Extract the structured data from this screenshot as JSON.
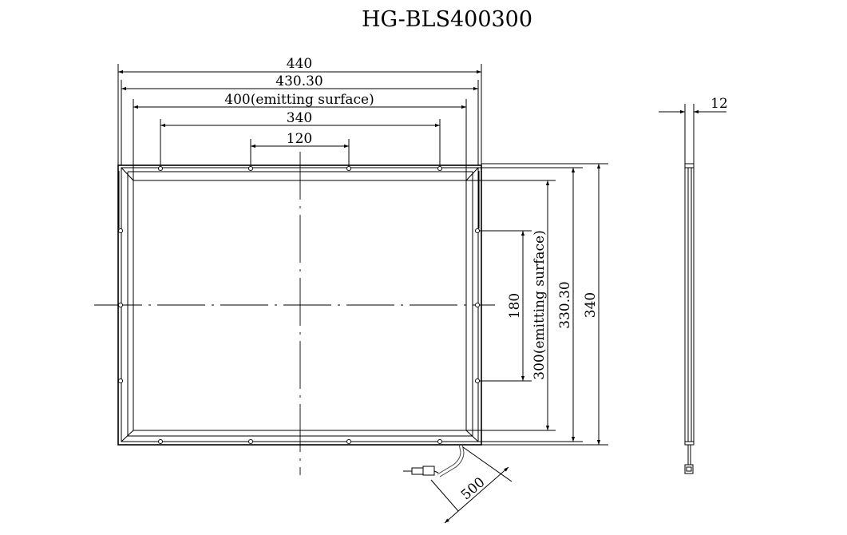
{
  "title": "HG-BLS400300",
  "dimensions": {
    "width_overall": "440",
    "width_inner": "430.30",
    "width_emitting": "400(emitting surface)",
    "width_holes_outer": "340",
    "width_holes_inner": "120",
    "height_overall": "340",
    "height_inner": "330.30",
    "height_emitting": "300(emitting surface)",
    "height_holes": "180",
    "thickness": "12",
    "cable_length": "500"
  }
}
